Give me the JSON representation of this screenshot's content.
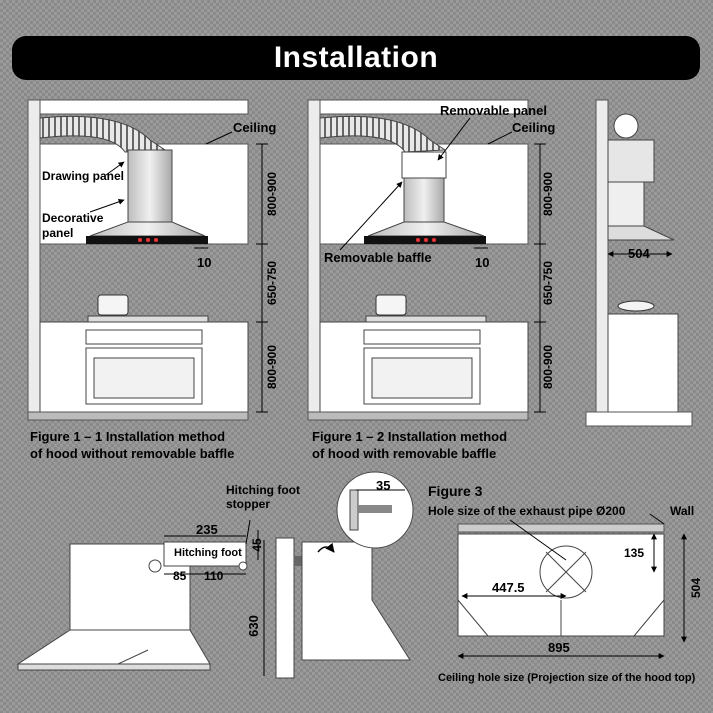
{
  "title": "Installation",
  "fig1_1": {
    "ceiling": "Ceiling",
    "drawing_panel": "Drawing panel",
    "decorative_panel_line1": "Decorative",
    "decorative_panel_line2": "panel",
    "gap": "10",
    "dim_upper": "800-900",
    "dim_middle": "650-750",
    "dim_lower": "800-900",
    "caption_line1": "Figure 1 – 1 Installation method",
    "caption_line2": "of hood without removable baffle"
  },
  "fig1_2": {
    "removable_panel": "Removable panel",
    "ceiling": "Ceiling",
    "removable_baffle": "Removable baffle",
    "gap": "10",
    "dim_upper": "800-900",
    "dim_middle": "650-750",
    "dim_lower": "800-900",
    "caption_line1": "Figure 1 – 2  Installation method",
    "caption_line2": "of hood with removable baffle"
  },
  "side_view": {
    "depth": "504"
  },
  "hitching": {
    "stopper_line1": "Hitching foot",
    "stopper_line2": "stopper",
    "width": "235",
    "height": "45",
    "label": "Hitching foot",
    "offset1": "85",
    "offset2": "110",
    "mount_height": "630",
    "gap": "35"
  },
  "fig3": {
    "title": "Figure 3",
    "hole_label": "Hole size of the exhaust pipe Ø200",
    "wall": "Wall",
    "dim_135": "135",
    "dim_447": "447.5",
    "dim_504": "504",
    "dim_895": "895",
    "caption": "Ceiling hole size (Projection size of the hood top)"
  }
}
